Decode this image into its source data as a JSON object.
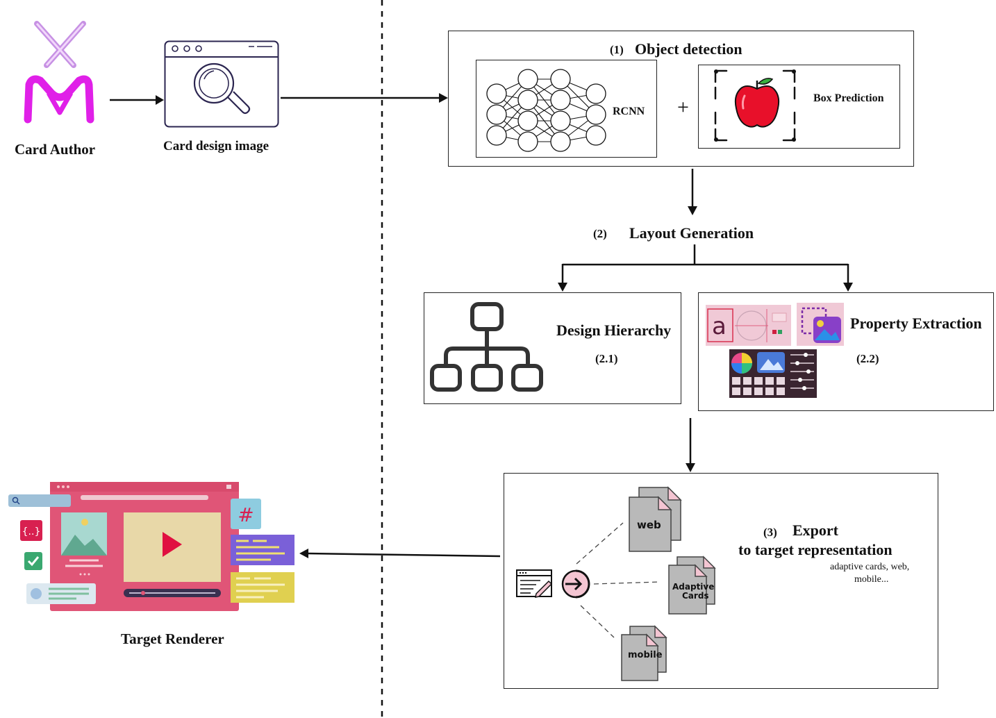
{
  "actor": {
    "label": "Card Author"
  },
  "input": {
    "label": "Card design image"
  },
  "step1": {
    "number": "(1)",
    "title": "Object detection",
    "rcnn_label": "RCNN",
    "plus": "+",
    "box_label": "Box Prediction"
  },
  "step2": {
    "number": "(2)",
    "title": "Layout Generation"
  },
  "step2_1": {
    "title": "Design Hierarchy",
    "number": "(2.1)"
  },
  "step2_2": {
    "title": "Property Extraction",
    "number": "(2.2)"
  },
  "step3": {
    "number": "(3)",
    "title_line1": "Export",
    "title_line2": "to target representation",
    "note_line1": "adaptive cards, web,",
    "note_line2": "mobile...",
    "files": [
      {
        "label": "web"
      },
      {
        "label_line1": "Adaptive",
        "label_line2": "Cards"
      },
      {
        "label": "mobile"
      }
    ]
  },
  "output": {
    "label": "Target Renderer"
  },
  "colors": {
    "author_magenta": "#e020e8",
    "author_lilac": "#d8a4ee",
    "apple_red": "#e8102a",
    "renderer_pink": "#e05577",
    "file_gray": "#b9b9b9",
    "file_corner": "#f4c5d2"
  }
}
